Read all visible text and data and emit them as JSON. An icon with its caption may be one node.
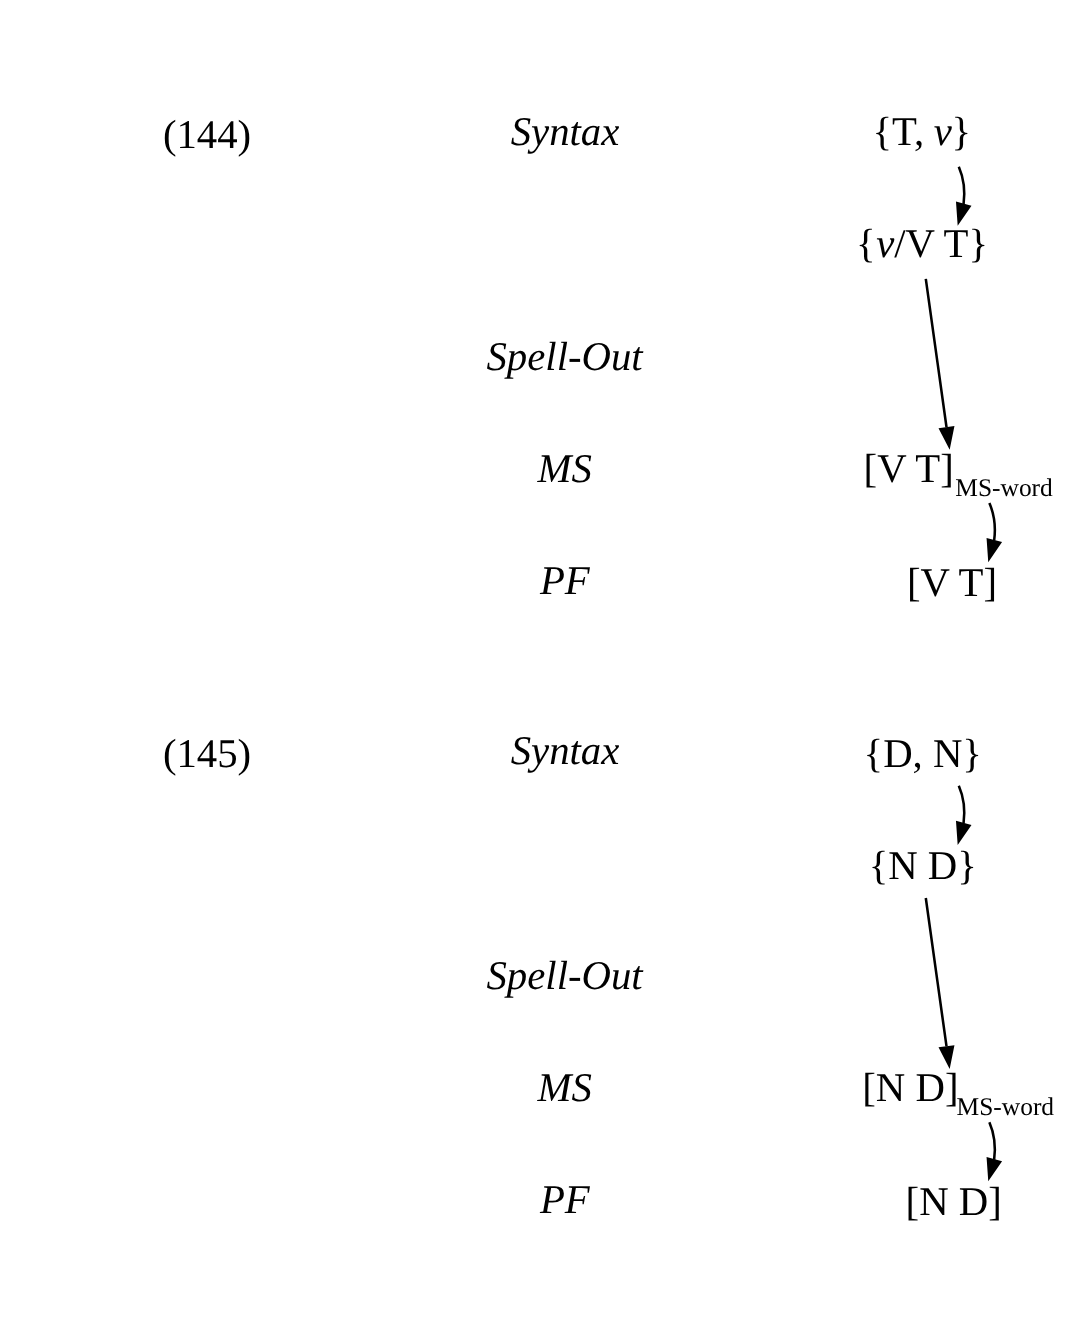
{
  "diagram": {
    "nodes": [
      {
        "text": [
          "{T, *v*}"
        ]
      },
      {
        "text": [
          "{*v*/V T}"
        ]
      },
      {
        "text": [
          "[V T]$_{MS-word}$"
        ]
      },
      {
        "text": [
          "[V T]"
        ]
      },
      {
        "text": [
          "{D, N}"
        ]
      },
      {
        "text": [
          "{N D}"
        ]
      },
      {
        "text": [
          "[N D]$_{MS-word}$"
        ]
      },
      {
        "text": [
          "[N D]"
        ]
      }
    ],
    "edges": [
      {
        "from": 0,
        "to": 1,
        "arrow": "to"
      },
      {
        "from": 1,
        "to": 2,
        "arrow": "to"
      },
      {
        "from": 2,
        "to": 3,
        "arrow": "to"
      },
      {
        "from": 4,
        "to": 5,
        "arrow": "to"
      },
      {
        "from": 5,
        "to": 6,
        "arrow": "to"
      },
      {
        "from": 6,
        "to": 7,
        "arrow": "to"
      }
    ],
    "labels": [
      "(144)",
      "*Syntax*",
      "*Spell-Out*",
      "*MS*",
      "*PF*",
      "(145)",
      "*Syntax*",
      "*Spell-Out*",
      "*MS*",
      "*PF*"
    ]
  }
}
